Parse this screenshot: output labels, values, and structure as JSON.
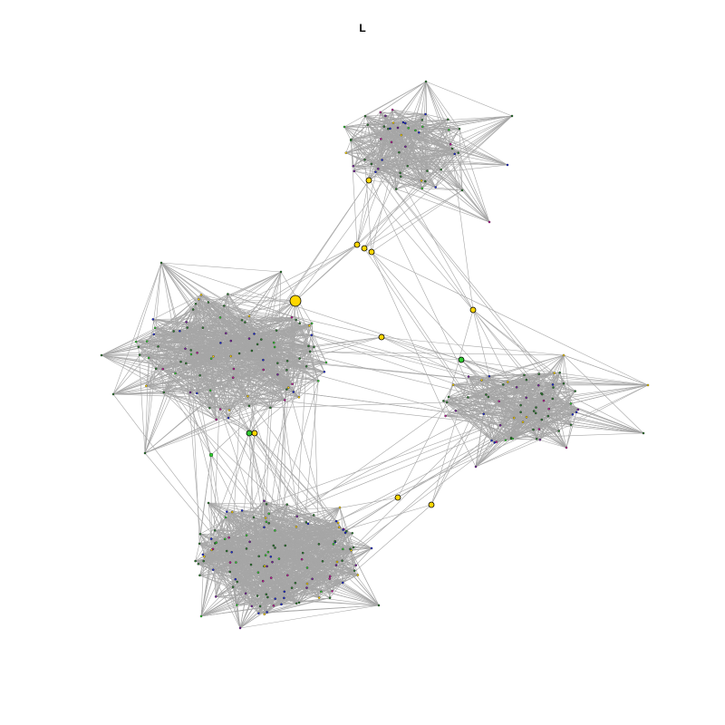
{
  "title": "L",
  "colors": {
    "background": "#ffffff",
    "edge": "#a6a6a6",
    "node_stroke": "#000000",
    "yellow": "#ffd700",
    "green": "#32cd32",
    "purple": "#7a1fa2",
    "blue": "#1e2bd6",
    "magenta": "#c2189b",
    "small_node": "#2e7d32"
  },
  "graph": {
    "clusters": [
      {
        "id": "top",
        "node_count": 50
      },
      {
        "id": "upper-left",
        "node_count": 90
      },
      {
        "id": "bottom-left",
        "node_count": 120
      },
      {
        "id": "right",
        "node_count": 60
      }
    ],
    "highlighted_nodes": [
      {
        "id": "hub-large",
        "color": "yellow"
      },
      {
        "id": "bridge-top",
        "color": "yellow"
      },
      {
        "id": "bridge-mid-1",
        "color": "yellow"
      },
      {
        "id": "bridge-mid-2",
        "color": "yellow"
      },
      {
        "id": "bridge-mid-3",
        "color": "yellow"
      },
      {
        "id": "bridge-right",
        "color": "yellow"
      },
      {
        "id": "center-node",
        "color": "yellow"
      },
      {
        "id": "green-right",
        "color": "green"
      },
      {
        "id": "green-left",
        "color": "green"
      },
      {
        "id": "yellow-left",
        "color": "yellow"
      },
      {
        "id": "bottom-bridge-1",
        "color": "yellow"
      },
      {
        "id": "bottom-bridge-2",
        "color": "yellow"
      },
      {
        "id": "green-small",
        "color": "green"
      }
    ]
  }
}
